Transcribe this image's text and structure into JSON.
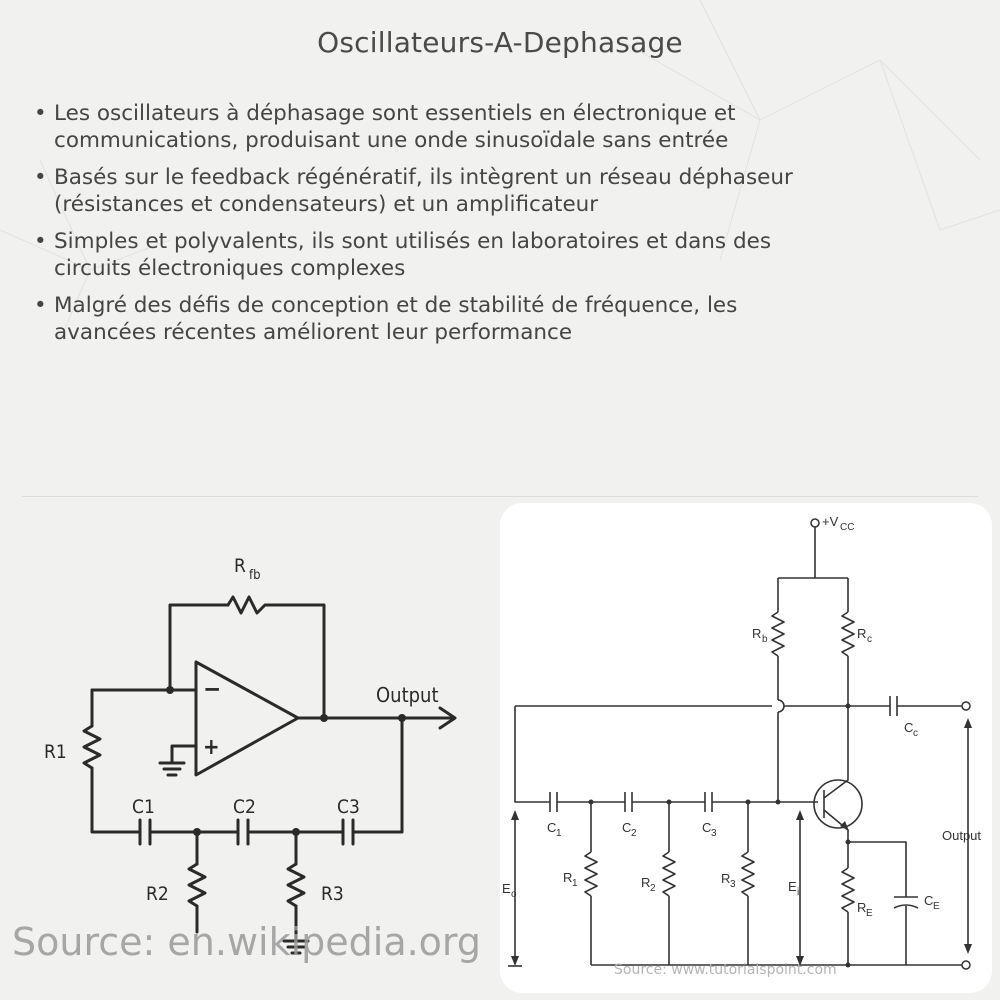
{
  "title": "Oscillateurs-A-Dephasage",
  "bullets": [
    {
      "line1": "Les oscillateurs à déphasage sont essentiels en électronique et",
      "line2": "communications, produisant une onde sinusoïdale sans entrée"
    },
    {
      "line1": "Basés sur le feedback régénératif, ils intègrent un réseau déphaseur",
      "line2": "(résistances et condensateurs) et un amplificateur"
    },
    {
      "line1": "Simples et polyvalents, ils sont utilisés en laboratoires et dans des",
      "line2": "circuits électroniques complexes"
    },
    {
      "line1": "Malgré des défis de conception et de stabilité de fréquence, les",
      "line2": "avancées récentes améliorent leur performance"
    }
  ],
  "bullet_char": "•",
  "left_circuit": {
    "rfb": "R",
    "rfb_sub": "fb",
    "minus": "−",
    "plus": "+",
    "output": "Output",
    "r1": "R1",
    "r2": "R2",
    "r3": "R3",
    "c1": "C1",
    "c2": "C2",
    "c3": "C3"
  },
  "right_circuit": {
    "vcc": "+V",
    "vcc_sub": "CC",
    "rb": "R",
    "rb_sub": "b",
    "rc": "R",
    "rc_sub": "c",
    "cc": "C",
    "cc_sub": "c",
    "c1": "C",
    "c1_sub": "1",
    "c2": "C",
    "c2_sub": "2",
    "c3": "C",
    "c3_sub": "3",
    "r1": "R",
    "r1_sub": "1",
    "r2": "R",
    "r2_sub": "2",
    "r3": "R",
    "r3_sub": "3",
    "eo": "E",
    "eo_sub": "o",
    "ei": "E",
    "ei_sub": "i",
    "re": "R",
    "re_sub": "E",
    "ce": "C",
    "ce_sub": "E",
    "output": "Output"
  },
  "source_left": "Source: en.wikipedia.org",
  "source_right": "Source: www.tutorialspoint.com"
}
